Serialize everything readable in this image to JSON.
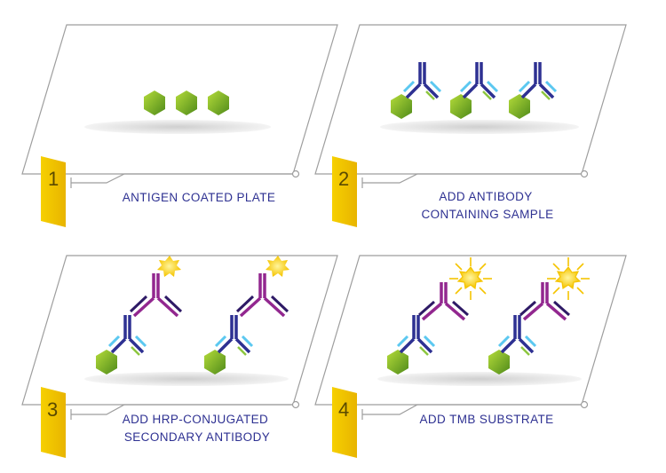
{
  "steps": [
    {
      "number": "1",
      "caption_lines": [
        "ANTIGEN COATED PLATE"
      ]
    },
    {
      "number": "2",
      "caption_lines": [
        "ADD ANTIBODY",
        "CONTAINING SAMPLE"
      ]
    },
    {
      "number": "3",
      "caption_lines": [
        "ADD HRP-CONJUGATED",
        "SECONDARY ANTIBODY"
      ]
    },
    {
      "number": "4",
      "caption_lines": [
        "ADD TMB SUBSTRATE"
      ]
    }
  ],
  "colors": {
    "outline": "#9e9e9e",
    "tab": "#f2c300",
    "antigen": "#8dc63f",
    "primary_antibody": "#2e3192",
    "primary_light_chain": "#5bc8f0",
    "secondary_antibody": "#92278f",
    "secondary_dark": "#2e1a66",
    "hrp": "#fdd835",
    "caption_text": "#2e3192"
  }
}
